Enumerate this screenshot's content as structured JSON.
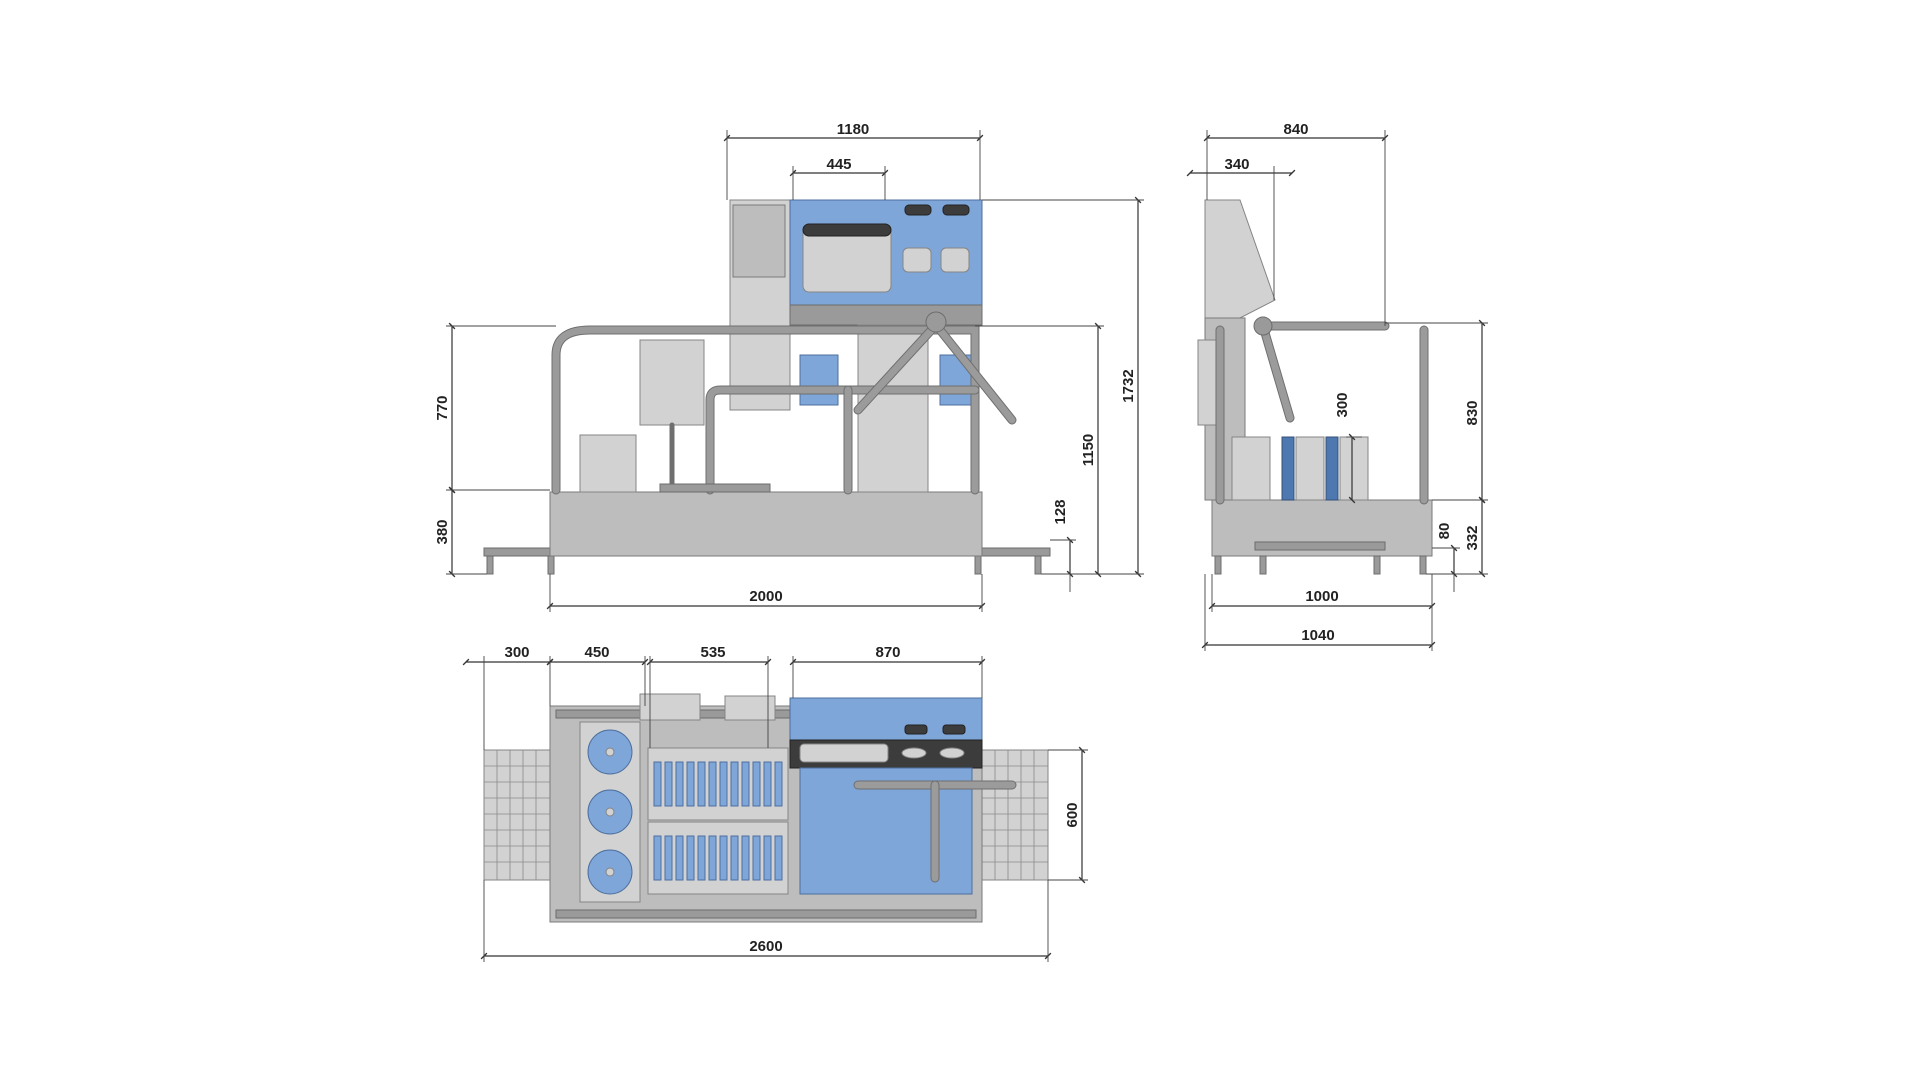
{
  "dimensions": {
    "front": {
      "overall_width": "1180",
      "panel_width": "445",
      "rail_height": "770",
      "base_height": "380",
      "total_height": "1732",
      "turnstile_height": "1150",
      "leg_height": "128",
      "base_length": "2000"
    },
    "side": {
      "overall_depth": "840",
      "panel_depth": "340",
      "brush_height": "300",
      "rail_height": "830",
      "base_height": "332",
      "leg_height": "80",
      "inner_length": "1000",
      "outer_length": "1040"
    },
    "top": {
      "ramp_length": "300",
      "disc_zone": "450",
      "brush_zone": "535",
      "panel_zone": "870",
      "width": "600",
      "total_length": "2600"
    }
  },
  "colors": {
    "steel": "#bdbdbd",
    "blue": "#7fa6d8",
    "line": "#333333"
  }
}
